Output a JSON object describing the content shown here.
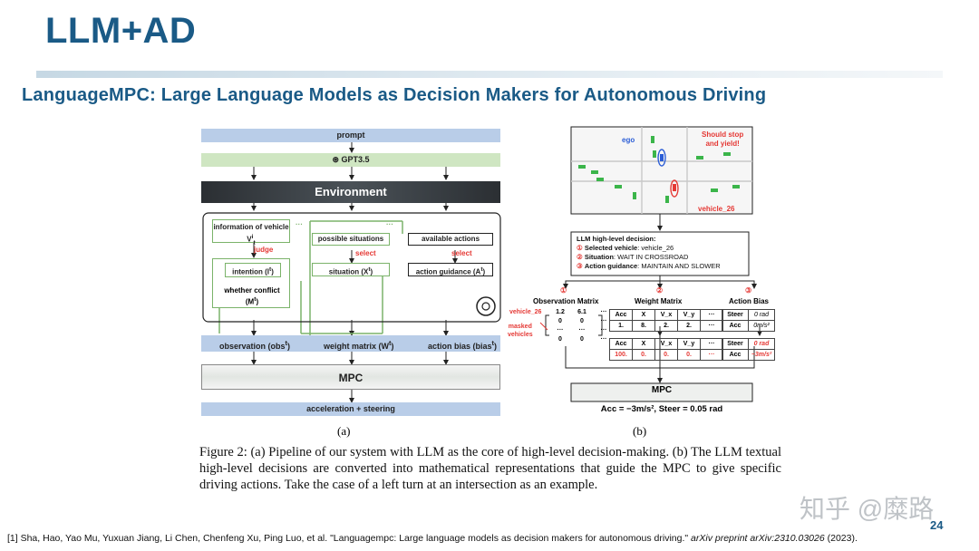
{
  "header": {
    "title": "LLM+AD",
    "subtitle": "LanguageMPC: Large Language Models as Decision Makers for Autonomous Driving"
  },
  "figure_a": {
    "prompt": "prompt",
    "gpt": "GPT3.5",
    "environment": "Environment",
    "info_vehicle": "information of vehicle V",
    "info_sup": "i",
    "info_sub": "t",
    "judge": "judge",
    "intention": "intention (I",
    "whether_conflict": "whether conflict",
    "conflict_m": "(M",
    "possible_situations": "possible situations",
    "select": "select",
    "situation": "situation (X",
    "available_actions": "available actions",
    "action_guidance": "action guidance (A",
    "observation": "observation (obs",
    "weight_matrix": "weight matrix (W",
    "action_bias": "action bias (bias",
    "sup_t": "t",
    "close": ")",
    "mpc": "MPC",
    "accel_steer": "acceleration + steering",
    "dots": "···",
    "label": "(a)"
  },
  "figure_b": {
    "ego": "ego",
    "should_stop": "Should stop",
    "and_yield": "and yield!",
    "vehicle_26": "vehicle_26",
    "decision_title": "LLM high-level decision:",
    "decision_lines": [
      {
        "num": "①",
        "key": "Selected vehicle",
        "value": ": vehicle_26"
      },
      {
        "num": "②",
        "key": "Situation",
        "value": ": WAIT IN CROSSROAD"
      },
      {
        "num": "③",
        "key": "Action guidance",
        "value": ": MAINTAIN AND SLOWER"
      }
    ],
    "markers": [
      "①",
      "②",
      "③"
    ],
    "obs_title": "Observation Matrix",
    "weight_title": "Weight Matrix",
    "bias_title": "Action Bias",
    "vehicle_26_label": "vehicle_26",
    "masked": "masked",
    "vehicles": "vehicles",
    "matrix_rows": [
      [
        "1.2",
        "6.1",
        "···"
      ],
      [
        "0",
        "0",
        "···"
      ],
      [
        "···",
        "···",
        "···"
      ],
      [
        "0",
        "0",
        "···"
      ]
    ],
    "weight_header": [
      "Acc",
      "X",
      "V_x",
      "V_y",
      "···"
    ],
    "weight_row1": [
      "1.",
      "8.",
      "2.",
      "2.",
      "···"
    ],
    "weight_row2": [
      "100.",
      "0.",
      "0.",
      "0.",
      "···"
    ],
    "bias1": [
      [
        "Steer",
        "0 rad"
      ],
      [
        "Acc",
        "0m/s²"
      ]
    ],
    "bias2": [
      [
        "Steer",
        "0 rad"
      ],
      [
        "Acc",
        "−3m/s²"
      ]
    ],
    "mpc": "MPC",
    "result": "Acc = −3m/s², Steer = 0.05 rad",
    "label": "(b)"
  },
  "caption": "Figure 2: (a) Pipeline of our system with LLM as the core of high-level decision-making. (b) The LLM textual high-level decisions are converted into mathematical representations that guide the MPC to give specific driving actions. Take the case of a left turn at an intersection as an example.",
  "reference": {
    "text": "[1] Sha, Hao, Yao Mu, Yuxuan Jiang, Li Chen, Chenfeng Xu, Ping Luo, et al. \"Languagempc: Large language models as decision makers for autonomous driving.\" ",
    "venue": "arXiv preprint arXiv:2310.03026",
    "year": " (2023)."
  },
  "watermark": "知乎 @糜路",
  "page_number": "24"
}
